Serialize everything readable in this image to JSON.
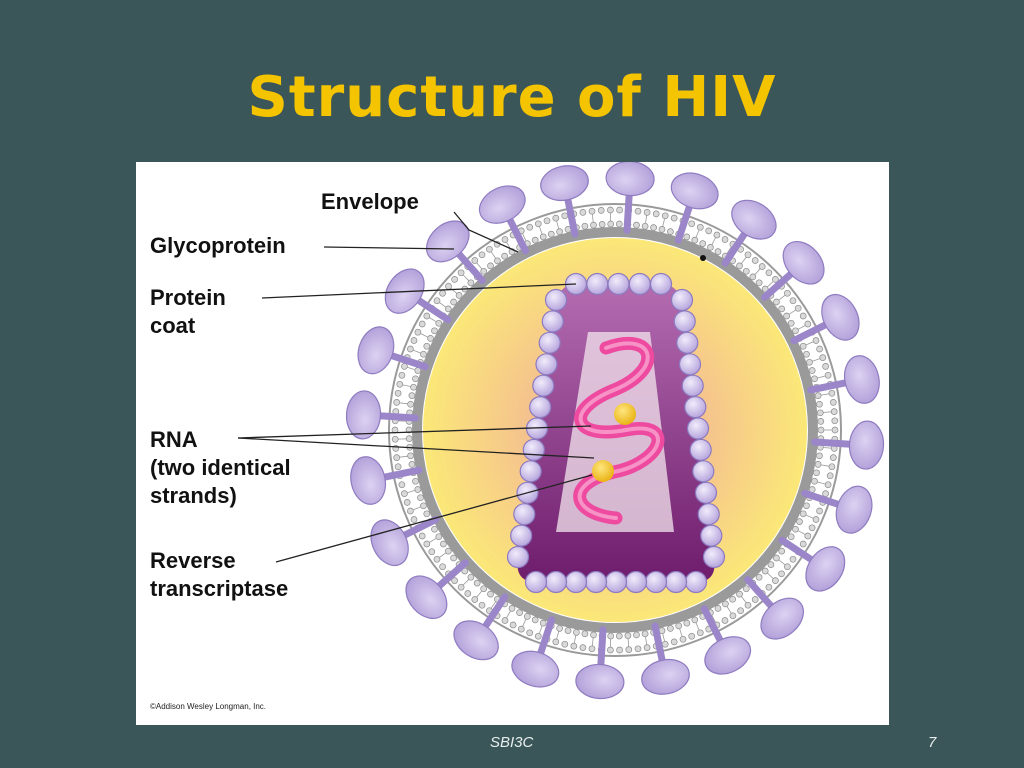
{
  "slide": {
    "title": "Structure of HIV",
    "footer_center": "SBI3C",
    "page_number": "7"
  },
  "diagram": {
    "labels": {
      "envelope": "Envelope",
      "glycoprotein": "Glycoprotein",
      "protein_coat_1": "Protein",
      "protein_coat_2": "coat",
      "rna_1": "RNA",
      "rna_2": "(two identical",
      "rna_3": "strands)",
      "rt_1": "Reverse",
      "rt_2": "transcriptase"
    },
    "credit": "©Addison Wesley Longman, Inc."
  },
  "colors": {
    "background": "#3b5658",
    "title": "#f5c400",
    "glycoprotein": "#c8b8e6",
    "capsid": "#8a2a86",
    "rna": "#ee4aa0",
    "enzyme": "#f5c518"
  }
}
